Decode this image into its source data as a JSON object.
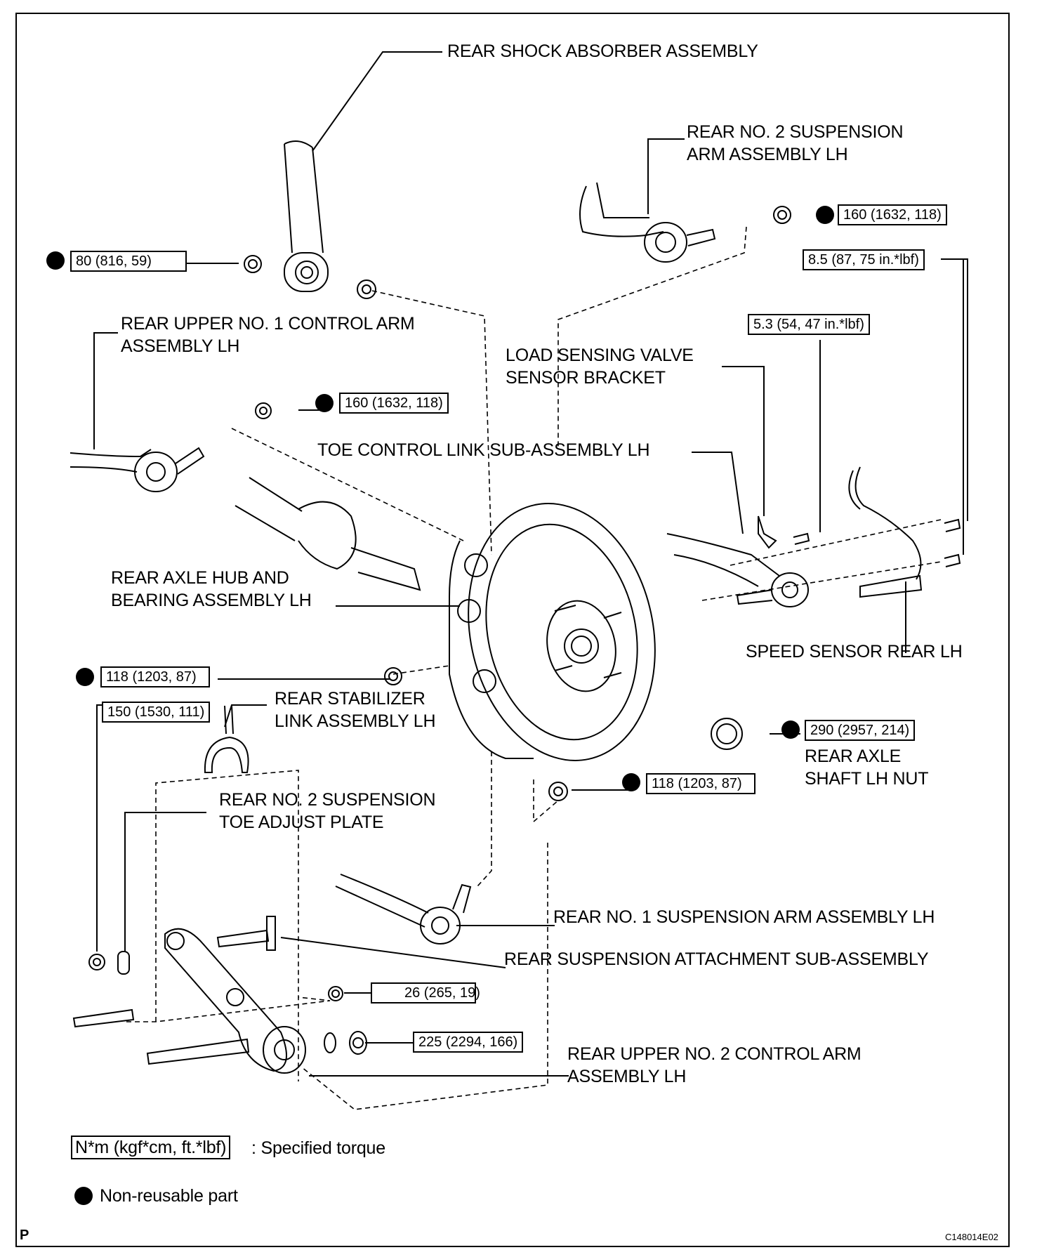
{
  "labels": {
    "shock": "REAR SHOCK ABSORBER ASSEMBLY",
    "no2_arm_l1": "REAR NO. 2 SUSPENSION",
    "no2_arm_l2": "ARM ASSEMBLY LH",
    "upper1_l1": "REAR UPPER NO. 1 CONTROL ARM",
    "upper1_l2": "ASSEMBLY LH",
    "lsv_l1": "LOAD SENSING VALVE",
    "lsv_l2": "SENSOR BRACKET",
    "toe_link": "TOE CONTROL LINK SUB-ASSEMBLY LH",
    "hub_l1": "REAR AXLE HUB AND",
    "hub_l2": "BEARING ASSEMBLY LH",
    "speed_sensor": "SPEED SENSOR REAR LH",
    "stab_l1": "REAR STABILIZER",
    "stab_l2": "LINK ASSEMBLY LH",
    "axle_nut_l1": "REAR AXLE",
    "axle_nut_l2": "SHAFT LH NUT",
    "toe_plate_l1": "REAR NO. 2 SUSPENSION",
    "toe_plate_l2": "TOE ADJUST PLATE",
    "no1_arm": "REAR NO. 1 SUSPENSION ARM ASSEMBLY LH",
    "attachment": "REAR SUSPENSION ATTACHMENT SUB-ASSEMBLY",
    "upper2_l1": "REAR UPPER NO. 2 CONTROL ARM",
    "upper2_l2": "ASSEMBLY LH"
  },
  "torques": {
    "t_80": "80 (816, 59)",
    "t_160_top": "160 (1632, 118)",
    "t_85": "8.5 (87, 75 in.*lbf)",
    "t_53": "5.3 (54, 47 in.*lbf)",
    "t_160_mid": "160 (1632, 118)",
    "t_118_left": "118 (1203, 87)",
    "t_150": "150 (1530, 111)",
    "t_290": "290 (2957, 214)",
    "t_118_right": "118 (1203, 87)",
    "t_26": "26 (265, 19)",
    "t_225": "225 (2294, 166)"
  },
  "legend": {
    "torque_unit": "N*m (kgf*cm, ft.*lbf)",
    "torque_desc": ": Specified torque",
    "nonreusable": "Non-reusable part"
  },
  "footer": {
    "corner_letter": "P",
    "figure_code": "C148014E02"
  }
}
